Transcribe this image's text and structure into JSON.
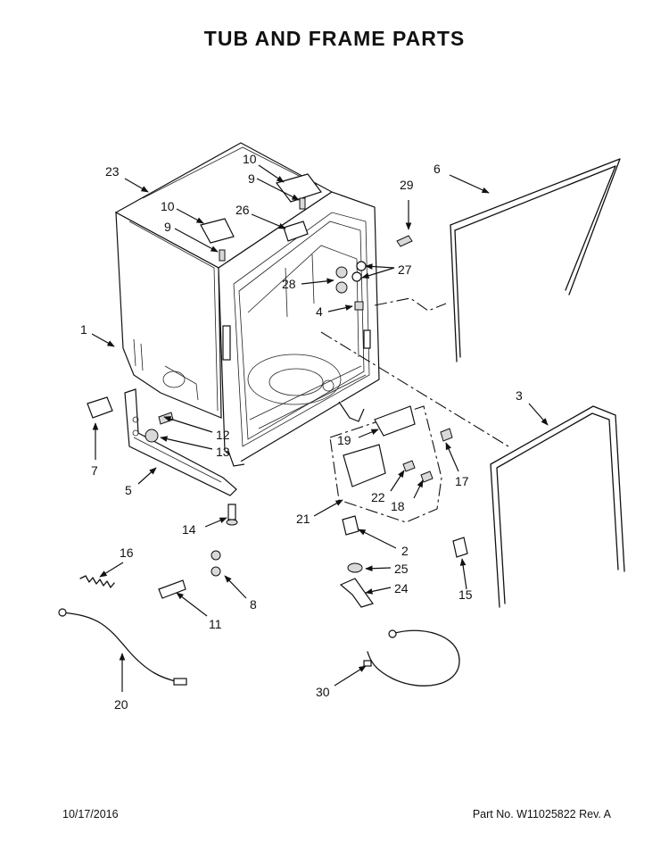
{
  "title": "TUB AND FRAME PARTS",
  "footer": {
    "date": "10/17/2016",
    "part_no": "Part No. W11025822  Rev. A"
  },
  "callouts": {
    "c1": "1",
    "c2": "2",
    "c3": "3",
    "c4": "4",
    "c5": "5",
    "c6": "6",
    "c7": "7",
    "c8": "8",
    "c9a": "9",
    "c9b": "9",
    "c10a": "10",
    "c10b": "10",
    "c11": "11",
    "c12": "12",
    "c13": "13",
    "c14": "14",
    "c15": "15",
    "c16": "16",
    "c17": "17",
    "c18": "18",
    "c19": "19",
    "c20": "20",
    "c21": "21",
    "c22": "22",
    "c23": "23",
    "c24": "24",
    "c25": "25",
    "c26": "26",
    "c27": "27",
    "c28": "28",
    "c29": "29",
    "c30": "30"
  }
}
